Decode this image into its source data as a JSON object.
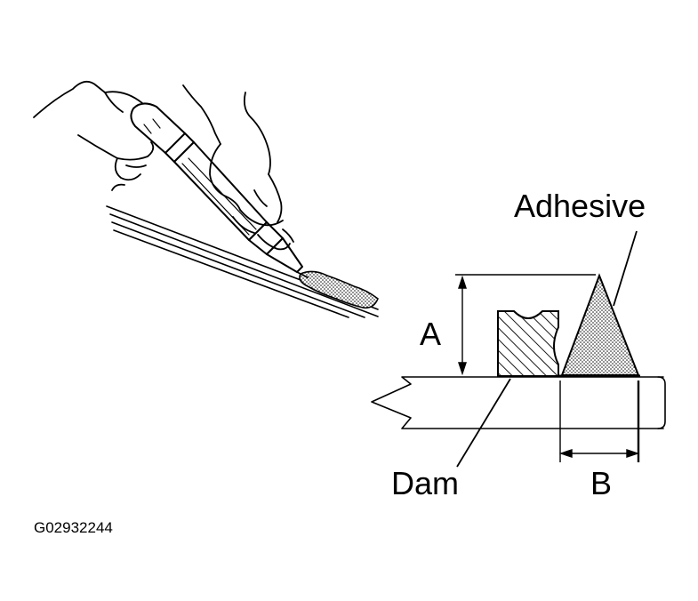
{
  "labels": {
    "adhesive": "Adhesive",
    "dimension_a": "A",
    "dimension_b": "B",
    "dam": "Dam",
    "figure_code": "G02932244"
  },
  "colors": {
    "ink": "#000000",
    "background": "#ffffff"
  },
  "icons": {
    "applicator": "caulking-gun-icon",
    "hands": "gloved-hands-icon"
  }
}
